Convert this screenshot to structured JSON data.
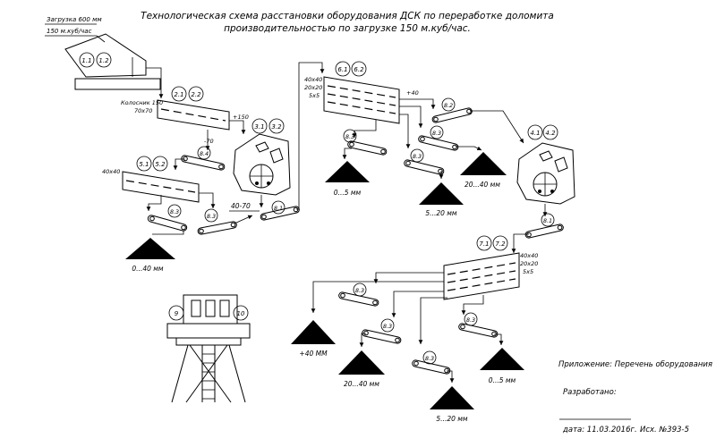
{
  "title": {
    "line1": "Технологическая схема расстановки оборудования ДСК по переработке доломита",
    "line2": "производительностью по загрузке 150 м.куб/час."
  },
  "feed": {
    "size": "Загрузка 600 мм",
    "rate": "150 м.куб/час"
  },
  "equipment_labels": {
    "feeder_a": "1.1",
    "feeder_b": "1.2",
    "grizzly_a": "2.1",
    "grizzly_b": "2.2",
    "jaw_a": "3.1",
    "jaw_b": "3.2",
    "cone_a": "4.1",
    "cone_b": "4.2",
    "screen5_a": "5.1",
    "screen5_b": "5.2",
    "screen6_a": "6.1",
    "screen6_b": "6.2",
    "screen7_a": "7.1",
    "screen7_b": "7.2",
    "conv_8_1": "8.1",
    "conv_8_2": "8.2",
    "conv_8_3": "8.3",
    "conv_8_4": "8.4",
    "cabin_left": "9",
    "cabin_right": "10"
  },
  "screen_notes": {
    "grizzly": "Колосник 150",
    "grizzly_mesh": "70х70",
    "plus150": "+150",
    "minus70": "-70",
    "screen5_mesh": "40х40",
    "screen6_mesh": [
      "40х40",
      "20х20",
      "5х5"
    ],
    "plus40": "+40",
    "screen7_mesh": [
      "40х40",
      "20х20",
      "5х5"
    ],
    "range_40_70": "40-70"
  },
  "products": {
    "p_0_40": "0...40 мм",
    "p_0_5_top": "0...5 мм",
    "p_5_20_top": "5...20 мм",
    "p_20_40_top": "20...40 мм",
    "p_plus40": "+40 ММ",
    "p_20_40_bottom": "20...40 мм",
    "p_0_5_bottom": "0...5 мм",
    "p_5_20_bottom": "5...20 мм"
  },
  "footer": {
    "appendix": "Приложение: Перечень оборудования",
    "developed": "Разработано:",
    "date": "дата: 11.03.2016г.",
    "ref": "Исх. №393-5"
  }
}
